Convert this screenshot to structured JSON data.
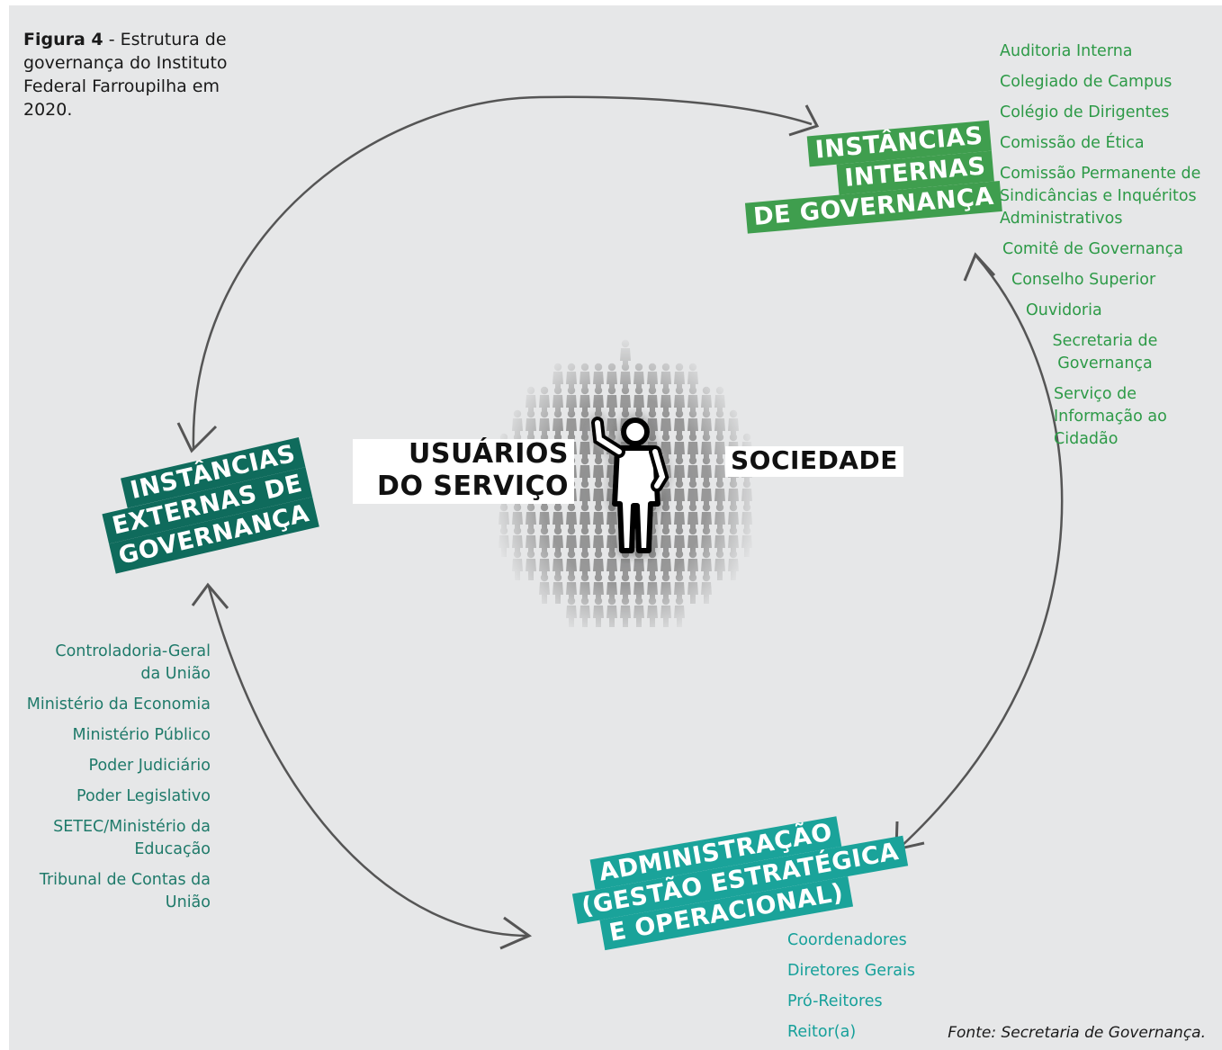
{
  "caption": {
    "bold": "Figura 4",
    "rest": " - Estrutura de governança do Instituto Federal Farroupilha em 2020."
  },
  "internal": {
    "title_lines": [
      "INSTÂNCIAS",
      "INTERNAS",
      "DE GOVERNANÇA"
    ],
    "color": "#3f9e4e",
    "text_color": "#2d9a47",
    "items": [
      "Auditoria Interna",
      "Colegiado de Campus",
      "Colégio de Dirigentes",
      "Comissão de Ética",
      "Comissão Permanente de\nSindicâncias e Inquéritos\nAdministrativos",
      "Comitê de Governança",
      "Conselho Superior",
      "Ouvidoria",
      "Secretaria de\nGovernança",
      "Serviço de\nInformação ao\nCidadão"
    ]
  },
  "external": {
    "title_lines": [
      "INSTÂNCIAS",
      "EXTERNAS DE",
      "GOVERNANÇA"
    ],
    "color": "#0f6b5c",
    "text_color": "#1f7a6a",
    "items": [
      "Controladoria-Geral\nda União",
      "Ministério da Economia",
      "Ministério Público",
      "Poder Judiciário",
      "Poder Legislativo",
      "SETEC/Ministério da\nEducação",
      "Tribunal de Contas da\nUnião"
    ]
  },
  "administration": {
    "title_lines": [
      "ADMINISTRAÇÃO",
      "(GESTÃO ESTRATÉGICA",
      "E OPERACIONAL)"
    ],
    "color": "#1aa39a",
    "text_color": "#16a09a",
    "items": [
      "Coordenadores",
      "Diretores Gerais",
      "Pró-Reitores",
      "Reitor(a)"
    ]
  },
  "center": {
    "left_lines": [
      "USUÁRIOS",
      "DO SERVIÇO"
    ],
    "right": "SOCIEDADE"
  },
  "source": "Fonte: Secretaria de Governança."
}
